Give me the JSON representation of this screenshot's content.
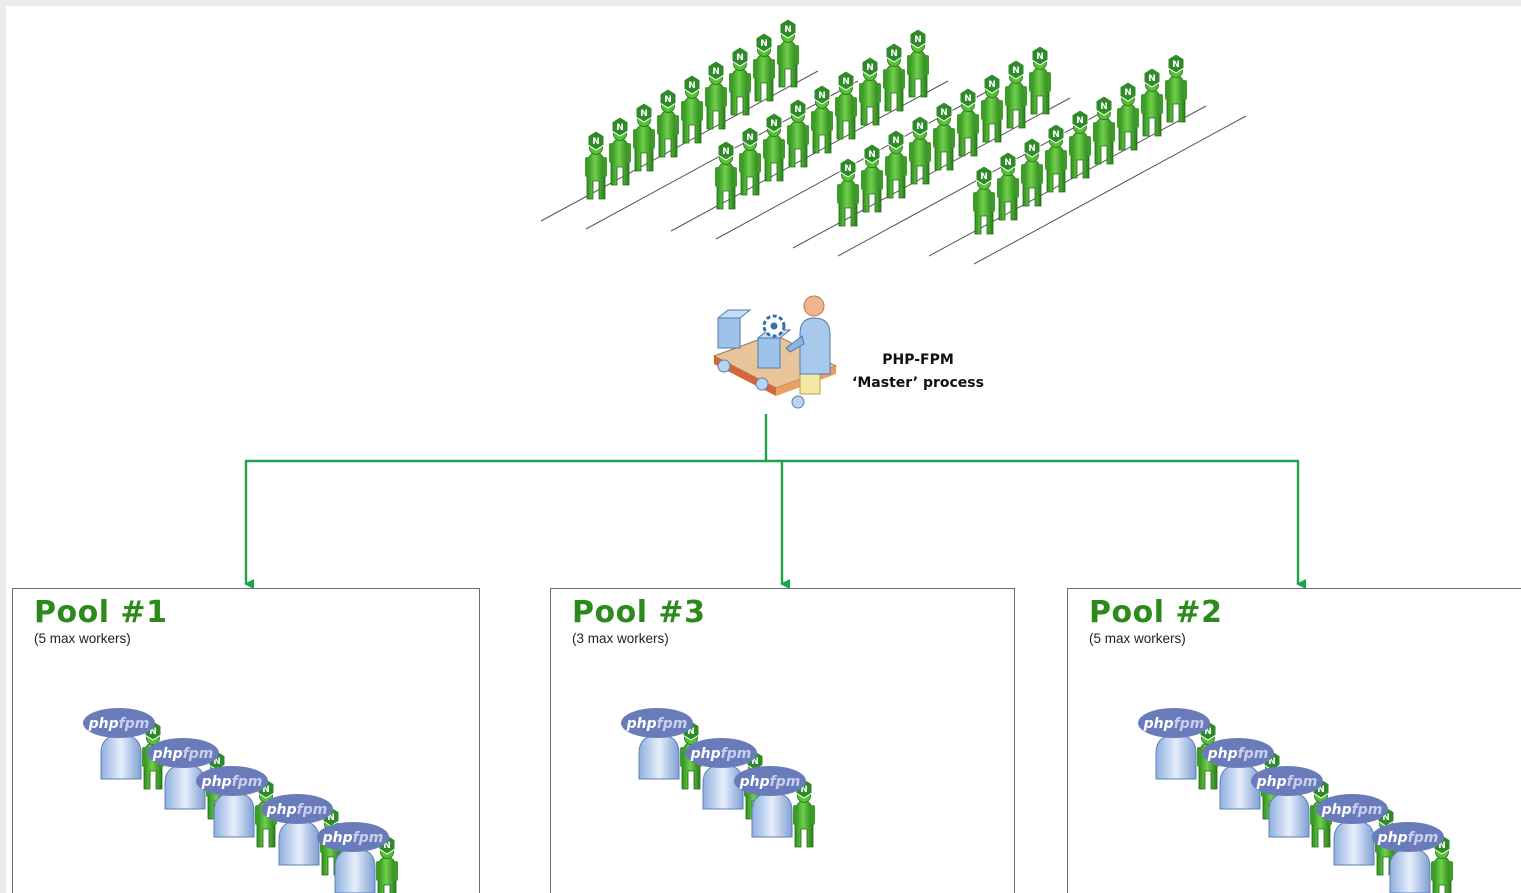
{
  "master": {
    "label_line1": "PHP-FPM",
    "label_line2": "‘Master’ process"
  },
  "badge_letter": "N",
  "php_logo": {
    "part1": "php",
    "part2": "fpm"
  },
  "pools": [
    {
      "title": "Pool #1",
      "subtitle": "(5 max workers)",
      "worker_count": 5
    },
    {
      "title": "Pool #3",
      "subtitle": "(3 max workers)",
      "worker_count": 3
    },
    {
      "title": "Pool #2",
      "subtitle": "(5 max workers)",
      "worker_count": 5
    }
  ],
  "colors": {
    "connector": "#1fa34a",
    "title_green": "#2b8a1a",
    "worker_green": "#48b52f",
    "badge_green": "#2f8a2a",
    "logo_blue": "#6a7bbb"
  }
}
